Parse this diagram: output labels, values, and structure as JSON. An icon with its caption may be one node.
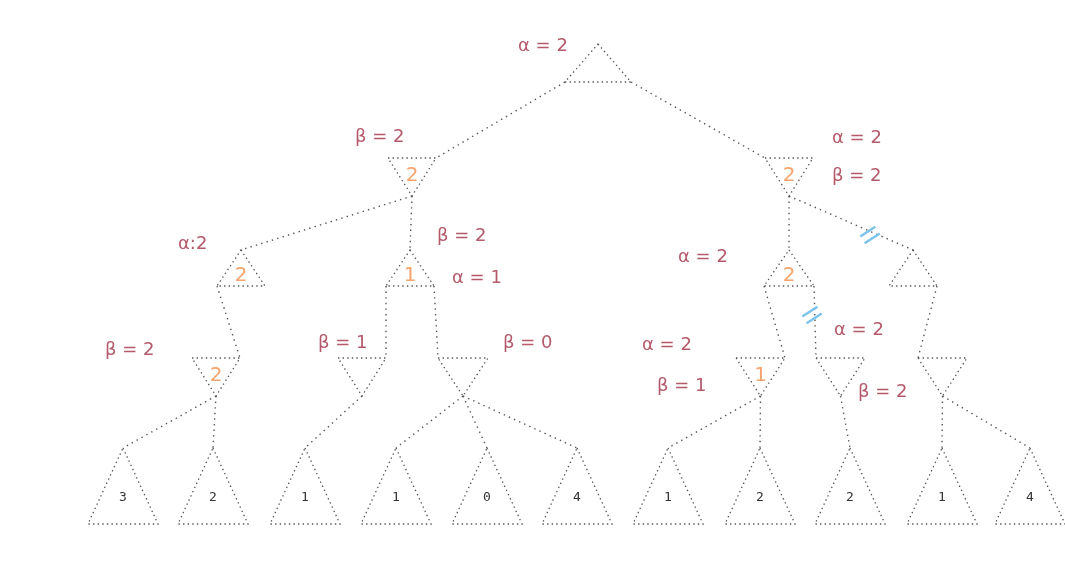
{
  "diagram": {
    "nodes": [
      {
        "text": [],
        "shape": "triangle",
        "beside": [
          "α = 2"
        ]
      },
      {
        "text": [
          "2"
        ],
        "beside": [
          "β = 2"
        ]
      },
      {
        "text": [
          "2"
        ],
        "beside": [
          "α = 2",
          "β = 2"
        ]
      },
      {
        "text": [
          "2"
        ],
        "beside": [
          "α:2"
        ]
      },
      {
        "text": [
          "1"
        ],
        "beside": [
          "β = 2",
          "α = 1"
        ]
      },
      {
        "text": [
          "2"
        ],
        "beside": [
          "α = 2"
        ]
      },
      {
        "text": [],
        "shape": "triangle"
      },
      {
        "text": [
          "2"
        ],
        "beside": [
          "β = 2"
        ]
      },
      {
        "text": [],
        "shape": "triangle",
        "beside": [
          "β = 1"
        ]
      },
      {
        "text": [],
        "shape": "triangle",
        "beside": [
          "β = 0"
        ]
      },
      {
        "text": [
          "1"
        ],
        "beside": [
          "α = 2",
          "β = 1"
        ]
      },
      {
        "text": [],
        "shape": "triangle",
        "beside": [
          "α = 2",
          "β = 2"
        ]
      },
      {
        "text": [],
        "shape": "triangle"
      },
      {
        "text": [
          "3"
        ]
      },
      {
        "text": [
          "2"
        ]
      },
      {
        "text": [
          "1"
        ]
      },
      {
        "text": [
          "1"
        ]
      },
      {
        "text": [
          "0"
        ]
      },
      {
        "text": [
          "4"
        ]
      },
      {
        "text": [
          "1"
        ]
      },
      {
        "text": [
          "2"
        ]
      },
      {
        "text": [
          "2"
        ]
      },
      {
        "text": [
          "1"
        ]
      },
      {
        "text": [
          "4"
        ]
      }
    ],
    "edges": [
      {
        "from": 0,
        "to": 1,
        "arrow": "none"
      },
      {
        "from": 0,
        "to": 2,
        "arrow": "none"
      },
      {
        "from": 1,
        "to": 3,
        "arrow": "none"
      },
      {
        "from": 1,
        "to": 4,
        "arrow": "none"
      },
      {
        "from": 2,
        "to": 5,
        "arrow": "none"
      },
      {
        "from": 2,
        "to": 6,
        "arrow": "none"
      },
      {
        "from": 3,
        "to": 7,
        "arrow": "none"
      },
      {
        "from": 4,
        "to": 8,
        "arrow": "none"
      },
      {
        "from": 4,
        "to": 9,
        "arrow": "none"
      },
      {
        "from": 5,
        "to": 10,
        "arrow": "none"
      },
      {
        "from": 5,
        "to": 11,
        "arrow": "none"
      },
      {
        "from": 6,
        "to": 12,
        "arrow": "none"
      },
      {
        "from": 7,
        "to": 13,
        "arrow": "none"
      },
      {
        "from": 7,
        "to": 14,
        "arrow": "none"
      },
      {
        "from": 8,
        "to": 15,
        "arrow": "none"
      },
      {
        "from": 9,
        "to": 16,
        "arrow": "none"
      },
      {
        "from": 9,
        "to": 17,
        "arrow": "none"
      },
      {
        "from": 9,
        "to": 18,
        "arrow": "none"
      },
      {
        "from": 10,
        "to": 19,
        "arrow": "none"
      },
      {
        "from": 10,
        "to": 20,
        "arrow": "none"
      },
      {
        "from": 11,
        "to": 21,
        "arrow": "none"
      },
      {
        "from": 12,
        "to": 22,
        "arrow": "none"
      },
      {
        "from": 12,
        "to": 23,
        "arrow": "none"
      }
    ]
  }
}
